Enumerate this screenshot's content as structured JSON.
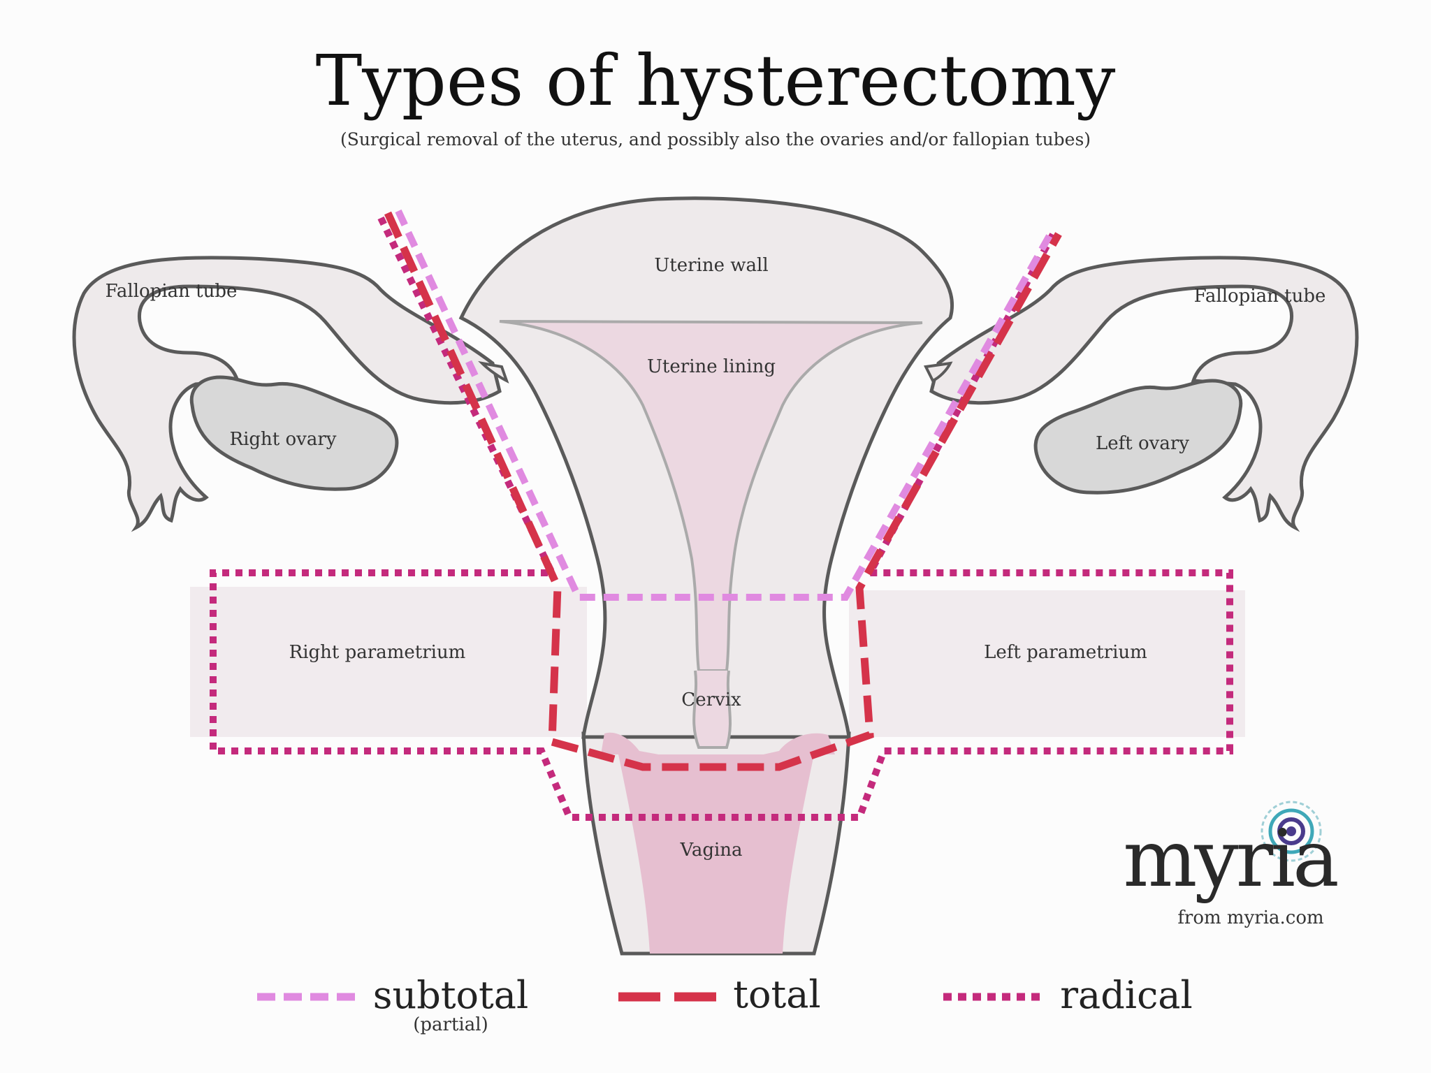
{
  "title": "Types of hysterectomy",
  "subtitle": "(Surgical removal of the uterus, and possibly also the ovaries and/or fallopian tubes)",
  "labels": {
    "uterine_wall": "Uterine wall",
    "uterine_lining": "Uterine lining",
    "fallopian_tube_right": "Fallopian tube",
    "fallopian_tube_left": "Fallopian tube",
    "right_ovary": "Right ovary",
    "left_ovary": "Left ovary",
    "right_parametrium": "Right parametrium",
    "left_parametrium": "Left parametrium",
    "cervix": "Cervix",
    "vagina": "Vagina"
  },
  "legend": [
    {
      "label": "subtotal",
      "sublabel": "(partial)",
      "style": "dashed",
      "color": "#e08ae0"
    },
    {
      "label": "total",
      "sublabel": "",
      "style": "long-dashed",
      "color": "#d5334a"
    },
    {
      "label": "radical",
      "sublabel": "",
      "style": "dotted",
      "color": "#c42a7c"
    }
  ],
  "brand": {
    "name": "myria",
    "credit": "from myria.com"
  },
  "colors": {
    "organ_fill": "#eeeaeb",
    "organ_stroke": "#5a5a5a",
    "ovary_fill": "#d8d8d8",
    "lining_fill": "#ecd8e1",
    "vagina_fill": "#e6bfd0",
    "parametrium_fill": "#f1ebee",
    "subtotal": "#e08ae0",
    "total": "#d5334a",
    "radical": "#c42a7c"
  }
}
